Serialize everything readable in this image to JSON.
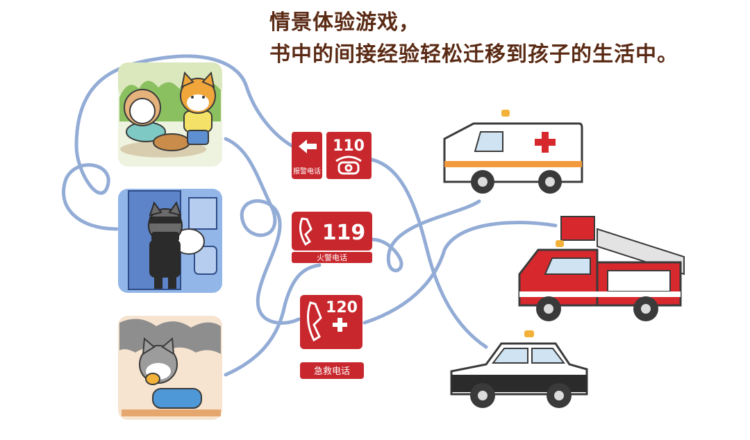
{
  "headline": {
    "line1": "情景体验游戏，",
    "line2": "书中的间接经验轻松迁移到孩子的生活中。"
  },
  "signs": {
    "police": {
      "number": "110",
      "label": "报警电话"
    },
    "fire": {
      "number": "119",
      "label": "火警电话"
    },
    "ambulance": {
      "number": "120",
      "label": "急救电话"
    }
  },
  "colors": {
    "line": "#93acd6",
    "sign_red": "#c8282d",
    "headline": "#5a2a14"
  },
  "icons": [
    "arrow-left-icon",
    "telephone-icon",
    "plus-icon",
    "red-cross-icon"
  ]
}
